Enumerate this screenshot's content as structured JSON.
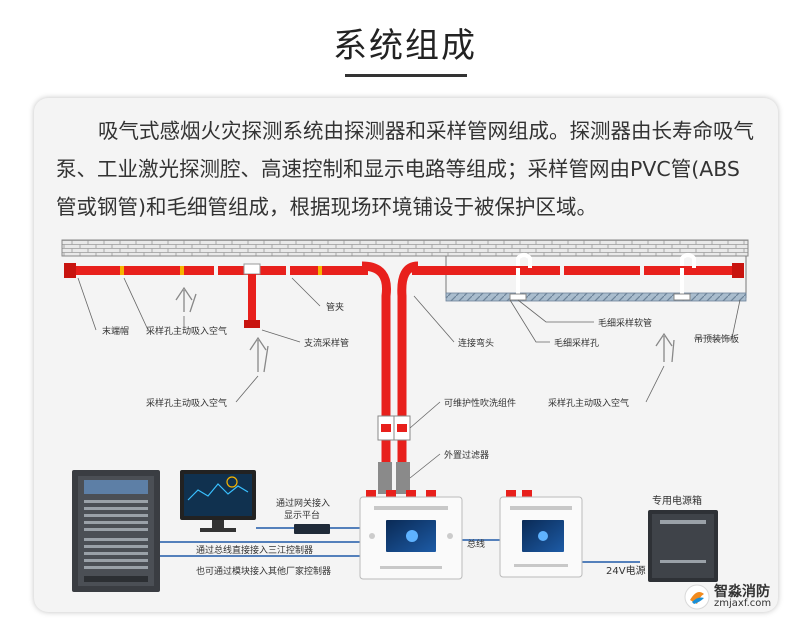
{
  "page": {
    "title": "系统组成",
    "intro": "吸气式感烟火灾探测系统由探测器和采样管网组成。探测器由长寿命吸气泵、工业激光探测腔、高速控制和显示电路等组成；采样管网由PVC管(ABS管或钢管)和毛细管组成，根据现场环境铺设于被保护区域。"
  },
  "labels": {
    "end_cap": "末端帽",
    "sample_hole_1": "采样孔主动吸入空气",
    "sample_hole_2": "采样孔主动吸入空气",
    "sample_hole_3": "采样孔主动吸入空气",
    "pipe_clamp": "管夹",
    "branch_pipe": "支流采样管",
    "elbow": "连接弯头",
    "capillary_tube": "毛细采样软管",
    "capillary_hole": "毛细采样孔",
    "ceiling": "吊顶装饰板",
    "blow_assembly": "可维护性吹洗组件",
    "filter": "外置过滤器",
    "gateway": "通过网关接入",
    "gateway_2": "显示平台",
    "bus_line_1": "通过总线直接接入三江控制器",
    "bus_line_2": "也可通过模块接入其他厂家控制器",
    "bus": "总线",
    "power_box": "专用电源箱",
    "power_24v": "24V电源"
  },
  "watermark": {
    "name": "智淼消防",
    "url": "zmjaxf.com"
  },
  "colors": {
    "pipe_red": "#e8201c",
    "pipe_yellow": "#f6b400",
    "label": "#333333",
    "leader": "#666666",
    "panel_dark": "#3a3d42",
    "accent_blue": "#1e5aa8"
  }
}
